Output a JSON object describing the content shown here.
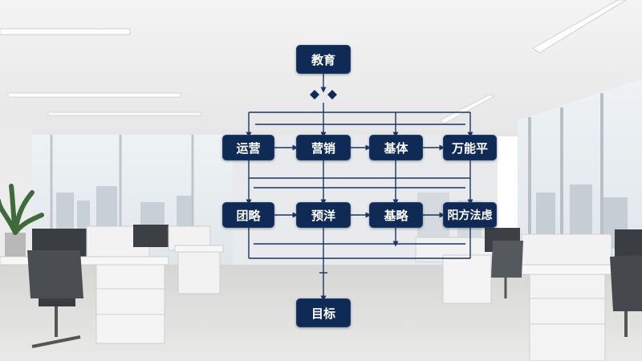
{
  "diagram": {
    "top": {
      "label": "教育"
    },
    "row1": [
      {
        "label": "运营"
      },
      {
        "label": "营销"
      },
      {
        "label": "基体"
      },
      {
        "label": "万能平"
      }
    ],
    "row2": [
      {
        "label": "团略"
      },
      {
        "label": "预洋"
      },
      {
        "label": "基略"
      },
      {
        "label": "阳方法虑"
      }
    ],
    "bottom": {
      "label": "目标"
    }
  },
  "colors": {
    "node_fill": "#0e2a55",
    "node_text": "#ffffff",
    "connector": "#1a3566"
  }
}
